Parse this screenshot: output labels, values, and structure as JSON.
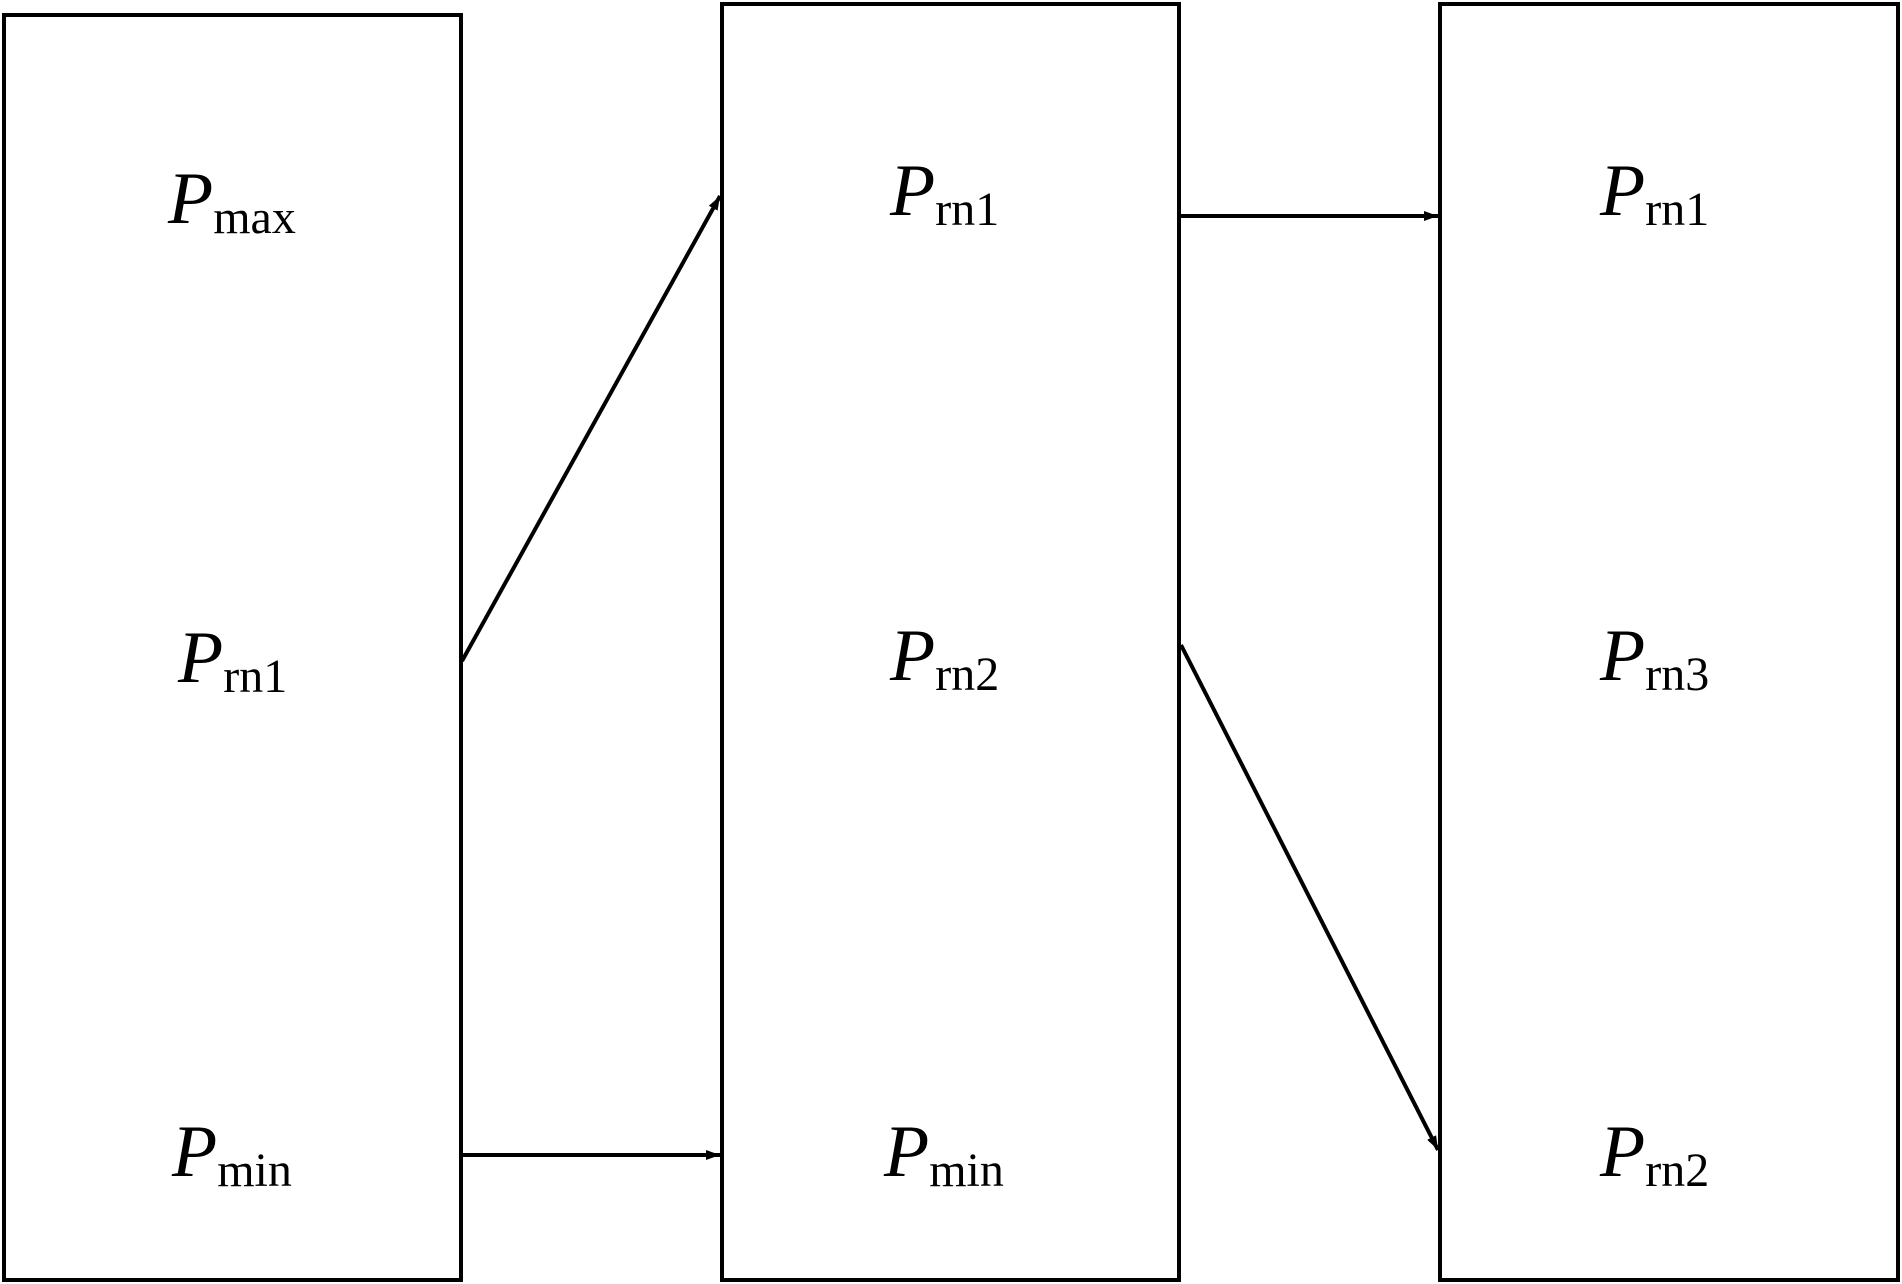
{
  "diagram": {
    "stroke_color": "#000000",
    "background": "#ffffff",
    "boxes": [
      {
        "id": "box-1",
        "items": [
          {
            "symbol": "P",
            "subscript": "max"
          },
          {
            "symbol": "P",
            "subscript": "rn1"
          },
          {
            "symbol": "P",
            "subscript": "min"
          }
        ]
      },
      {
        "id": "box-2",
        "items": [
          {
            "symbol": "P",
            "subscript": "rn1"
          },
          {
            "symbol": "P",
            "subscript": "rn2"
          },
          {
            "symbol": "P",
            "subscript": "min"
          }
        ]
      },
      {
        "id": "box-3",
        "items": [
          {
            "symbol": "P",
            "subscript": "rn1"
          },
          {
            "symbol": "P",
            "subscript": "rn3"
          },
          {
            "symbol": "P",
            "subscript": "rn2"
          }
        ]
      }
    ],
    "arrows": [
      {
        "from": "box-1: P rn1",
        "to": "box-2: P rn1"
      },
      {
        "from": "box-1: P min",
        "to": "box-2: P min"
      },
      {
        "from": "box-2: P rn1",
        "to": "box-3: P rn1"
      },
      {
        "from": "box-2: P rn2",
        "to": "box-3: P rn2"
      }
    ]
  }
}
